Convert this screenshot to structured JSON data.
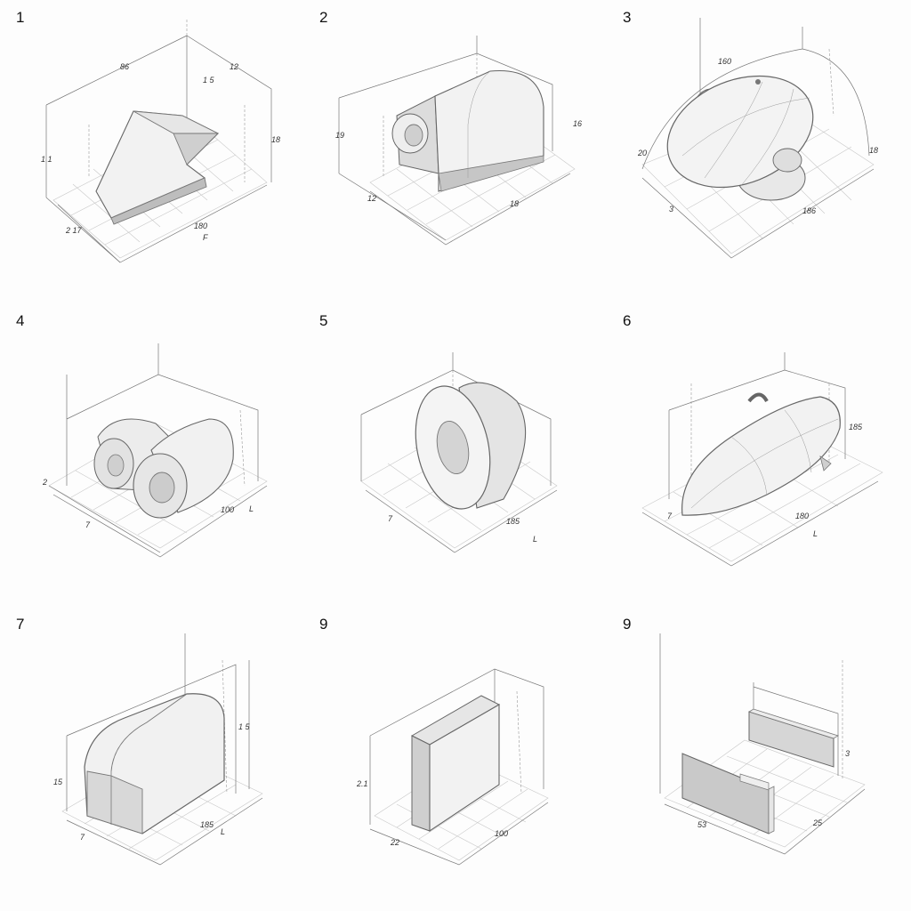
{
  "panels": [
    {
      "number": "1",
      "dims": {
        "top": "86",
        "top_right": "12",
        "small_a": "1 5",
        "left_h": "1 1",
        "right_h": "18",
        "front_left": "2 17",
        "front": "180",
        "foot": "F"
      }
    },
    {
      "number": "2",
      "dims": {
        "left_h": "19",
        "right_h": "16",
        "front_left": "12",
        "front": "18"
      }
    },
    {
      "number": "3",
      "dims": {
        "top": "160",
        "left": "20",
        "right": "18",
        "front_left": "3",
        "front": "186"
      }
    },
    {
      "number": "4",
      "dims": {
        "left_h": "2",
        "front_left": "7",
        "front": "100",
        "foot": "L"
      }
    },
    {
      "number": "5",
      "dims": {
        "front_left": "7",
        "front": "185",
        "foot": "L"
      }
    },
    {
      "number": "6",
      "dims": {
        "right_h": "185",
        "front_left": "7",
        "front": "180",
        "foot": "L"
      }
    },
    {
      "number": "7",
      "dims": {
        "left_h": "15",
        "right_h": "1 5",
        "front_left": "7",
        "front": "185",
        "foot": "L"
      }
    },
    {
      "number": "9",
      "dims": {
        "left_h": "2.1",
        "front_left": "22",
        "front": "100"
      }
    },
    {
      "number": "9",
      "dims": {
        "front_left": "53",
        "front": "25",
        "right_h": "3"
      }
    }
  ],
  "colors": {
    "shape_light": "#f4f4f4",
    "shape_mid": "#dcdcdc",
    "shape_dark": "#bdbdbd",
    "line": "#555555"
  }
}
